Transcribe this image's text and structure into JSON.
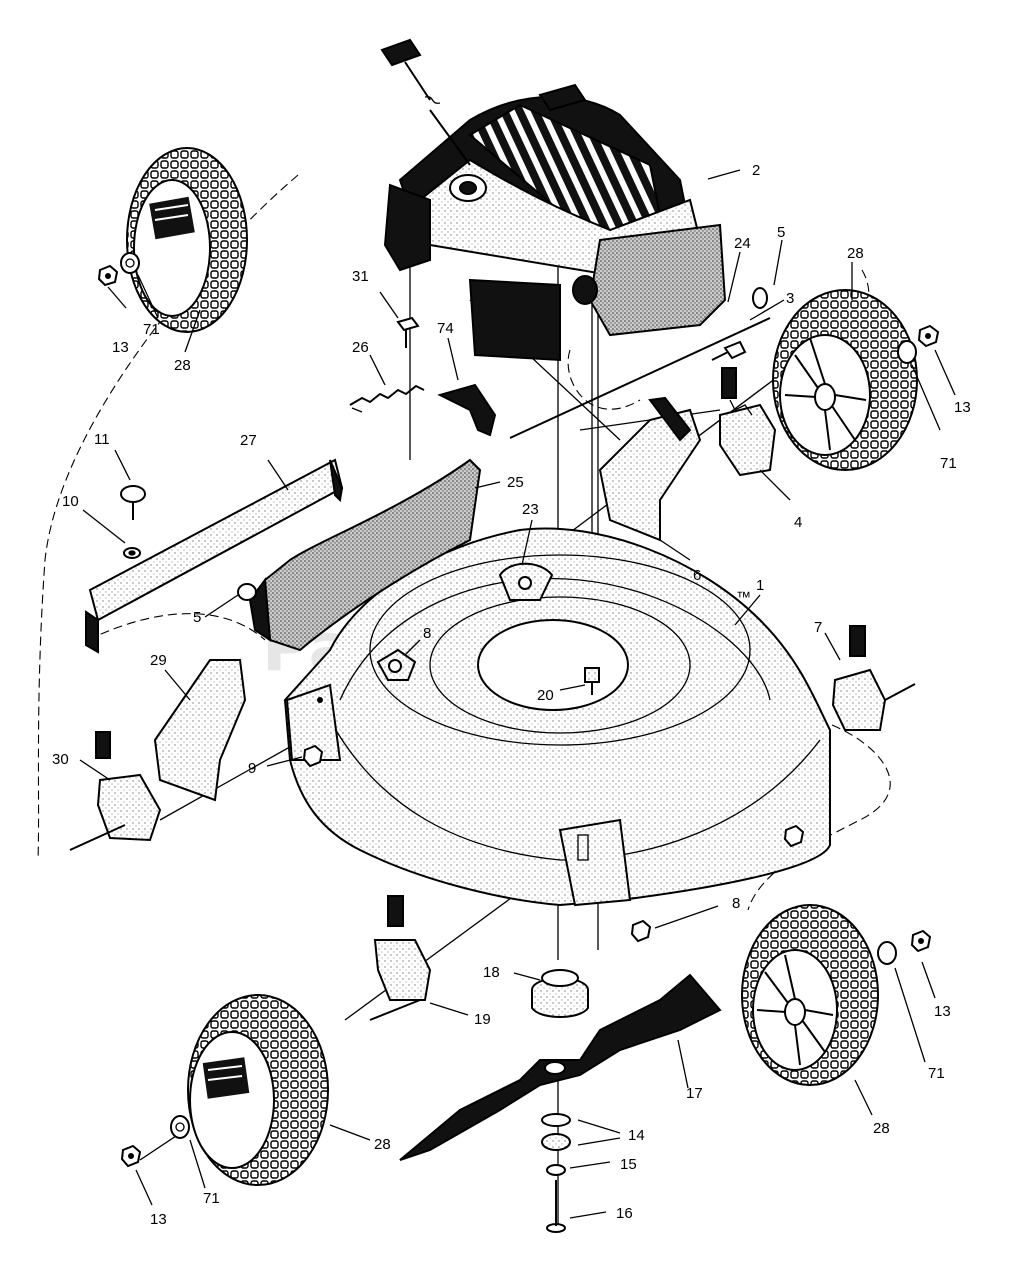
{
  "watermark": "PartsTree",
  "watermark_tm": "™",
  "callouts": [
    {
      "id": "c-2",
      "text": "2"
    },
    {
      "id": "c-5a",
      "text": "5"
    },
    {
      "id": "c-3",
      "text": "3"
    },
    {
      "id": "c-24",
      "text": "24"
    },
    {
      "id": "c-28a",
      "text": "28"
    },
    {
      "id": "c-13a",
      "text": "13"
    },
    {
      "id": "c-71a",
      "text": "71"
    },
    {
      "id": "c-28b",
      "text": "28"
    },
    {
      "id": "c-31",
      "text": "31"
    },
    {
      "id": "c-26",
      "text": "26"
    },
    {
      "id": "c-74",
      "text": "74"
    },
    {
      "id": "c-13b",
      "text": "13"
    },
    {
      "id": "c-71b",
      "text": "71"
    },
    {
      "id": "c-4",
      "text": "4"
    },
    {
      "id": "c-11",
      "text": "11"
    },
    {
      "id": "c-27",
      "text": "27"
    },
    {
      "id": "c-25",
      "text": "25"
    },
    {
      "id": "c-10",
      "text": "10"
    },
    {
      "id": "c-23",
      "text": "23"
    },
    {
      "id": "c-6",
      "text": "6"
    },
    {
      "id": "c-1",
      "text": "1"
    },
    {
      "id": "c-5b",
      "text": "5"
    },
    {
      "id": "c-8a",
      "text": "8"
    },
    {
      "id": "c-7",
      "text": "7"
    },
    {
      "id": "c-29",
      "text": "29"
    },
    {
      "id": "c-20",
      "text": "20"
    },
    {
      "id": "c-9",
      "text": "9"
    },
    {
      "id": "c-30",
      "text": "30"
    },
    {
      "id": "c-8b",
      "text": "8"
    },
    {
      "id": "c-18",
      "text": "18"
    },
    {
      "id": "c-19",
      "text": "19"
    },
    {
      "id": "c-13c",
      "text": "13"
    },
    {
      "id": "c-17",
      "text": "17"
    },
    {
      "id": "c-71c",
      "text": "71"
    },
    {
      "id": "c-28c",
      "text": "28"
    },
    {
      "id": "c-14",
      "text": "14"
    },
    {
      "id": "c-28d",
      "text": "28"
    },
    {
      "id": "c-15",
      "text": "15"
    },
    {
      "id": "c-71d",
      "text": "71"
    },
    {
      "id": "c-16",
      "text": "16"
    },
    {
      "id": "c-13d",
      "text": "13"
    }
  ]
}
